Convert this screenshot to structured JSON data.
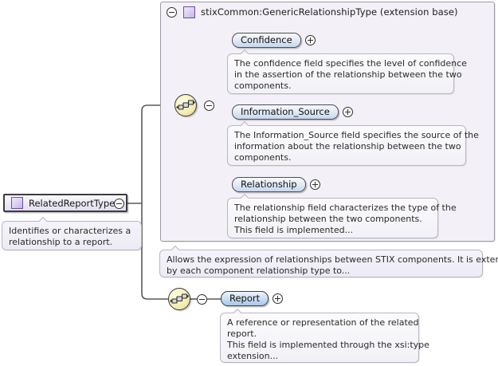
{
  "diagram": {
    "kind": "xsd-schema-diagram",
    "root_type": {
      "label": "RelatedReportType",
      "icon": "complextype-swatch-icon",
      "expander": "minus-icon",
      "documentation": [
        "Identifies or characterizes a",
        "relationship to a report."
      ]
    },
    "extension_base": {
      "label": "stixCommon:GenericRelationshipType (extension base)",
      "icon": "complextype-swatch-icon",
      "expander": "minus-icon",
      "documentation": [
        "Allows the expression of relationships between STIX components. It is extended",
        "by each component relationship type to..."
      ],
      "compositor": {
        "icon": "sequence-icon",
        "expander": "minus-icon"
      },
      "elements": [
        {
          "label": "Confidence",
          "expander": "plus-icon",
          "required": false,
          "documentation": [
            "The confidence field specifies the level of confidence",
            "in the assertion of the relationship between the two",
            "components."
          ]
        },
        {
          "label": "Information_Source",
          "expander": "plus-icon",
          "required": false,
          "documentation": [
            "The Information_Source field specifies the source of the",
            "information about the relationship between the two",
            "components."
          ]
        },
        {
          "label": "Relationship",
          "expander": "plus-icon",
          "required": false,
          "documentation": [
            "The relationship field characterizes the type of the",
            "relationship between the two components.",
            "This field is implemented..."
          ]
        }
      ]
    },
    "own_content": {
      "compositor": {
        "icon": "sequence-icon",
        "expander": "minus-icon"
      },
      "elements": [
        {
          "label": "Report",
          "expander": "plus-icon",
          "required": true,
          "documentation": [
            "A reference or representation of the related",
            "report.",
            "This field is implemented through the xsi:type",
            "extension..."
          ]
        }
      ]
    }
  },
  "colors": {
    "canvas_background": "#ffffff",
    "extension_box_fill": "#f3f1f7",
    "extension_box_border": "#9d99a6",
    "element_box_fill": "#c6d7ee",
    "element_box_required_fill": "#a9c6e8",
    "sequence_node_fill": "#f5eeb7",
    "doc_bubble_fill": "#eceaf4",
    "doc_bubble_border": "#b9b5c6",
    "type_swatch": "#c3b2e6",
    "wire": "#5a5a5a"
  }
}
